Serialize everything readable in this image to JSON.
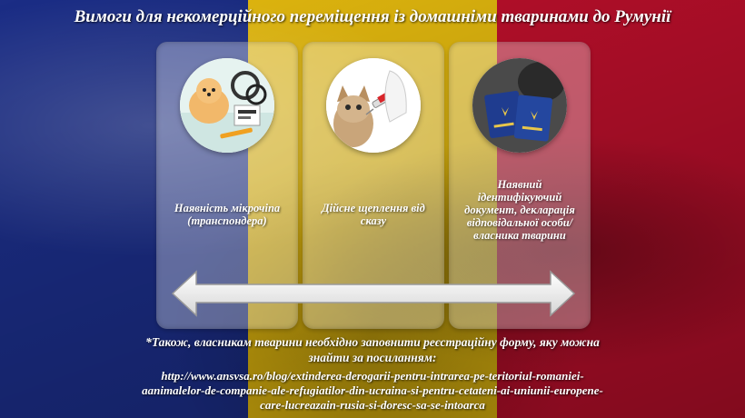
{
  "colors": {
    "blue": "#1c2f8c",
    "yellow": "#f1c40f",
    "red": "#c8102e"
  },
  "title": "Вимоги для некомерційного переміщення із домашніми тваринами до Румунії",
  "cards": [
    {
      "label": "Наявність мікрочіпа (транспондера)",
      "icon": "puppy-microchip-icon"
    },
    {
      "label": "Дійсне щеплення від сказу",
      "icon": "kitten-vaccination-icon"
    },
    {
      "label": "Наявний ідентифікуючий документ, декларація відповідальної особи/власника тварини",
      "icon": "passport-icon"
    }
  ],
  "footer": {
    "line1": "*Також, власникам тварини необхідно заповнити реєстраційну форму, яку можна",
    "line2": "знайти за посиланням:",
    "link1": "http://www.ansvsa.ro/blog/extinderea-derogarii-pentru-intrarea-pe-teritoriul-romaniei-",
    "link2": "aanimalelor-de-companie-ale-refugiatilor-din-ucraina-si-pentru-cetateni-ai-uniunii-europene-",
    "link3": "care-lucreazain-rusia-si-doresc-sa-se-intoarca"
  }
}
